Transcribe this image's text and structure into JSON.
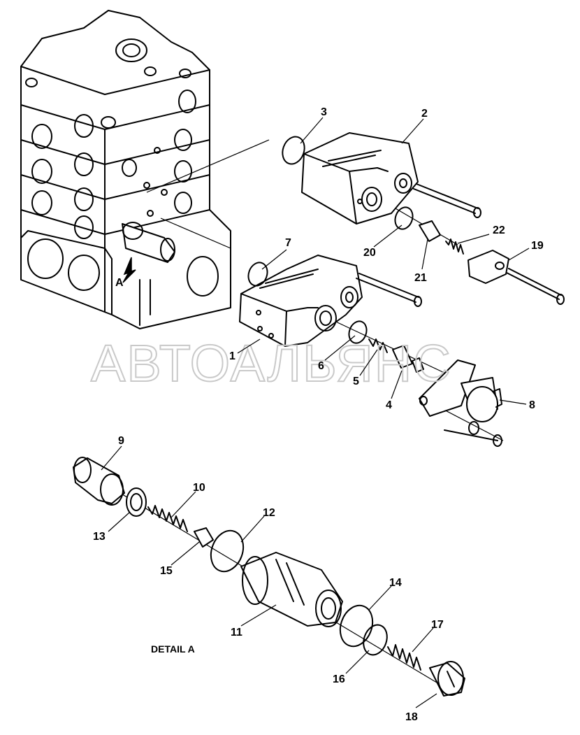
{
  "watermark": "АВТОАЛЬЯНС",
  "detail_label": "DETAIL A",
  "view_label": "A",
  "callouts": {
    "c1": "1",
    "c2": "2",
    "c3": "3",
    "c4": "4",
    "c5": "5",
    "c6": "6",
    "c7": "7",
    "c8": "8",
    "c9": "9",
    "c10": "10",
    "c11": "11",
    "c12": "12",
    "c13": "13",
    "c14": "14",
    "c15": "15",
    "c16": "16",
    "c17": "17",
    "c18": "18",
    "c19": "19",
    "c20": "20",
    "c21": "21",
    "c22": "22"
  }
}
